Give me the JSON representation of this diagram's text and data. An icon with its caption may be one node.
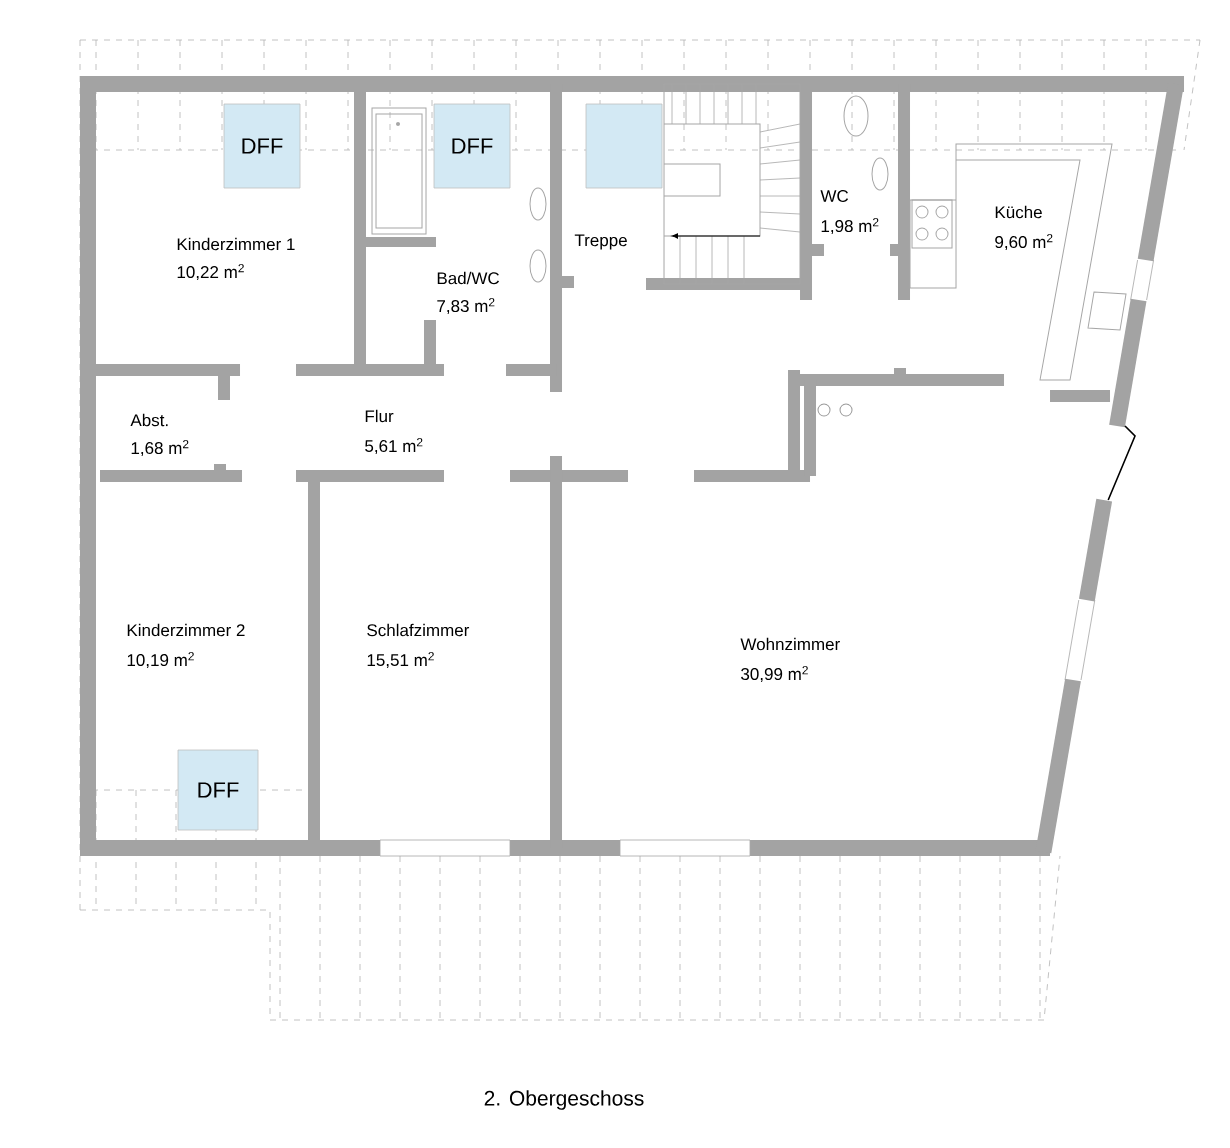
{
  "diagram": {
    "caption": "2. Obergeschoss",
    "nodes": [
      {
        "text": [
          "DFF"
        ]
      },
      {
        "text": [
          "DFF"
        ]
      },
      {
        "text": [],
        "shape": "box"
      },
      {
        "text": [
          "DFF"
        ]
      }
    ],
    "edges": [],
    "labels": [
      "Kinderzimmer 1",
      "10,22 m$^{2}$",
      "Treppe",
      "WC",
      "1,98 m$^{2}$",
      "Küche",
      "9,60 m$^{2}$",
      "Bad/WC",
      "7,83 m$^{2}$",
      "Abst.",
      "1,68 m$^{2}$",
      "Flur",
      "5,61 m$^{2}$",
      "Kinderzimmer 2",
      "10,19 m$^{2}$",
      "Schlafzimmer",
      "15,51 m$^{2}$",
      "Wohnzimmer",
      "30,99 m$^{2}$"
    ]
  }
}
